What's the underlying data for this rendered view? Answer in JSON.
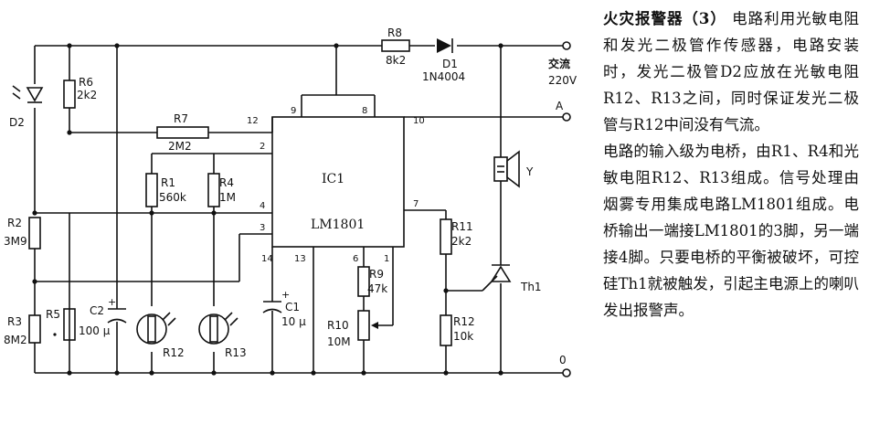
{
  "description": {
    "title": "火灾报警器（3）",
    "paragraph1_rest": "电路利用光敏电阻和发光二极管作传感器，电路安装时，发光二极管D2应放在光敏电阻R12、R13之间，同时保证发光二极管与R12中间没有气流。",
    "paragraph2": "电路的输入级为电桥，由R1、R4和光敏电阻R12、R13组成。信号处理由烟雾专用集成电路LM1801组成。电桥输出一端接LM1801的3脚，另一端接4脚。只要电桥的平衡被破坏，可控硅Th1就被触发，引起主电源上的喇叭发出报警声。"
  },
  "schematic": {
    "ic": {
      "name": "IC1",
      "part": "LM1801"
    },
    "pins": [
      "12",
      "9",
      "8",
      "10",
      "2",
      "4",
      "3",
      "7",
      "14",
      "13",
      "6",
      "1"
    ],
    "components": {
      "r8": {
        "ref": "R8",
        "value": "8k2"
      },
      "d1": {
        "ref": "D1",
        "value": "1N4004"
      },
      "r6": {
        "ref": "R6",
        "value": "2k2"
      },
      "d2": {
        "ref": "D2"
      },
      "r7": {
        "ref": "R7",
        "value": "2M2"
      },
      "r1": {
        "ref": "R1",
        "value": "560k"
      },
      "r4": {
        "ref": "R4",
        "value": "1M"
      },
      "r2": {
        "ref": "R2",
        "value": "3M9"
      },
      "r3": {
        "ref": "R3",
        "value": "8M2"
      },
      "r5": {
        "ref": "R5"
      },
      "c2": {
        "ref": "C2",
        "value": "100 μ"
      },
      "r12": {
        "ref": "R12"
      },
      "r13": {
        "ref": "R13"
      },
      "c1": {
        "ref": "C1",
        "value": "10 μ"
      },
      "r9": {
        "ref": "R9",
        "value": "47k"
      },
      "r10": {
        "ref": "R10",
        "value": "10M"
      },
      "r11": {
        "ref": "R11",
        "value": "2k2"
      },
      "r12b": {
        "ref": "R12",
        "value": "10k"
      },
      "th1": {
        "ref": "Th1"
      },
      "spk": {
        "ref": "Y"
      }
    },
    "terminals": {
      "ac_label": "交流",
      "ac_voltage": "220V",
      "a": "A",
      "zero": "0"
    }
  }
}
